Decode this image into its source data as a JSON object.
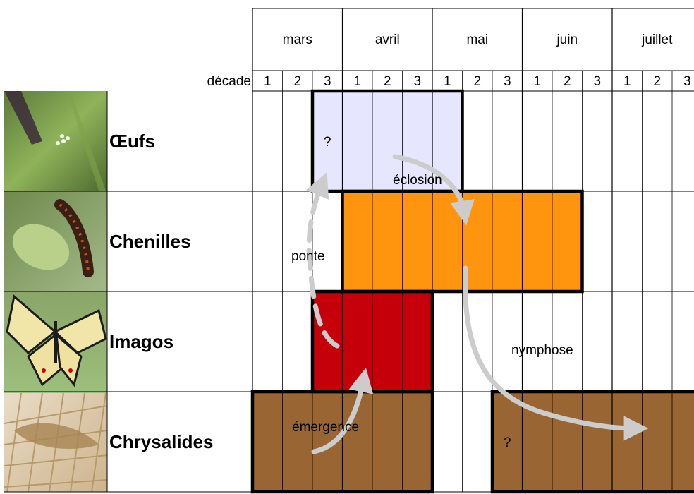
{
  "header": {
    "months": [
      "mars",
      "avril",
      "mai",
      "juin",
      "juillet"
    ],
    "decade_label": "décade",
    "decades": [
      "1",
      "2",
      "3"
    ]
  },
  "stages": [
    {
      "key": "oeufs",
      "label": "Œufs",
      "photo_icon": "butterfly-eggs-on-leaf-photo"
    },
    {
      "key": "chenilles",
      "label": "Chenilles",
      "photo_icon": "caterpillar-on-leaf-photo"
    },
    {
      "key": "imagos",
      "label": "Imagos",
      "photo_icon": "festoon-butterfly-photo"
    },
    {
      "key": "chrysalides",
      "label": "Chrysalides",
      "photo_icon": "chrysalis-in-net-photo"
    }
  ],
  "periods": [
    {
      "stage": "oeufs",
      "from": 3,
      "to": 7,
      "color": "#e6e6ff",
      "start_note": "?"
    },
    {
      "stage": "chenilles",
      "from": 4,
      "to": 11,
      "color": "#ff950e"
    },
    {
      "stage": "imagos",
      "from": 3,
      "to": 6,
      "color": "#c5000b"
    },
    {
      "stage": "chrysalides",
      "from": 1,
      "to": 6,
      "color": "#996633"
    },
    {
      "stage": "chrysalides",
      "from": 9,
      "to": 15,
      "color": "#996633",
      "start_note": "?"
    }
  ],
  "transitions": {
    "eclosion": "éclosion",
    "ponte": "ponte",
    "nymphose": "nymphose",
    "emergence": "émergence"
  },
  "colors": {
    "grid": "#000000",
    "arrow": "#cccccc"
  }
}
